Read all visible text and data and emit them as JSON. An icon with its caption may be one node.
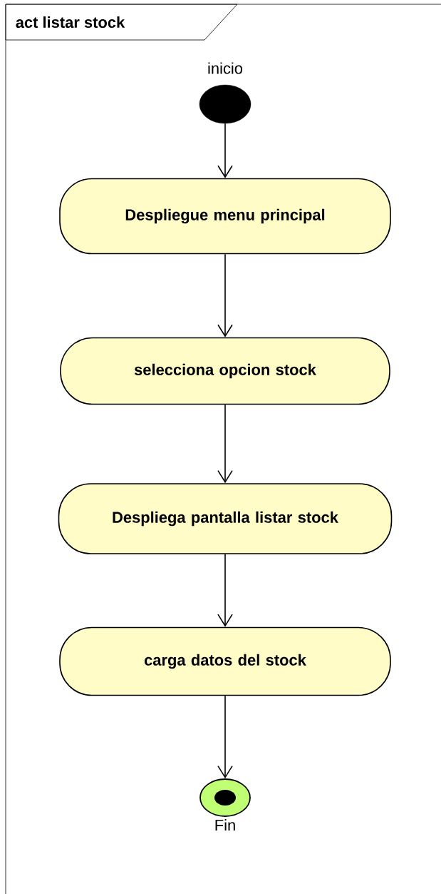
{
  "diagram": {
    "title": "act listar stock",
    "nodes": [
      {
        "text": [],
        "shape": "circle",
        "beside": [
          "inicio"
        ]
      },
      {
        "text": [
          "Despliegue menu principal"
        ]
      },
      {
        "text": [
          "selecciona opcion stock"
        ]
      },
      {
        "text": [
          "Despliega pantalla listar stock"
        ]
      },
      {
        "text": [
          "carga datos del stock"
        ]
      },
      {
        "text": [],
        "shape": "bullseye",
        "beside": [
          "Fin"
        ]
      }
    ],
    "edges": [
      {
        "from": 0,
        "to": 1,
        "arrow": "to"
      },
      {
        "from": 1,
        "to": 2,
        "arrow": "to"
      },
      {
        "from": 2,
        "to": 3,
        "arrow": "to"
      },
      {
        "from": 3,
        "to": 4,
        "arrow": "to"
      },
      {
        "from": 4,
        "to": 5,
        "arrow": "to"
      }
    ]
  }
}
